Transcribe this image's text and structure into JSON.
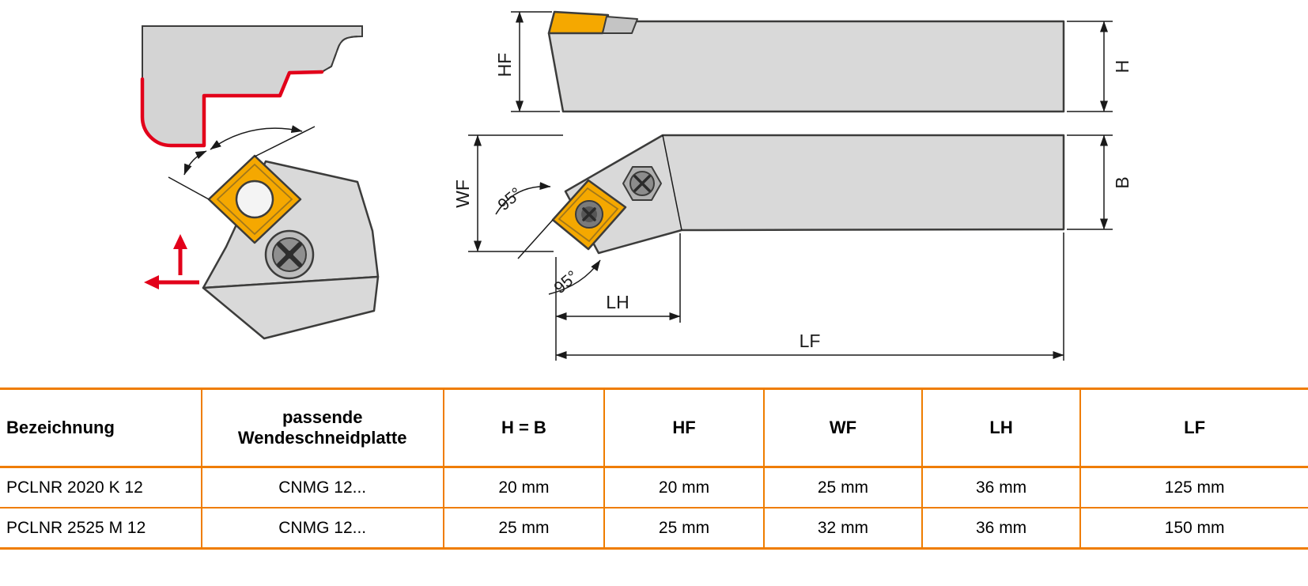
{
  "colors": {
    "table_orange": "#EF7D00",
    "insert_yellow": "#F5A800",
    "contour_red": "#E2001A",
    "body_gray": "#D9D9D9",
    "workpiece_gray": "#D4D4D4"
  },
  "drawing": {
    "side_view": {
      "hf": "HF",
      "h": "H"
    },
    "plan_view": {
      "wf": "WF",
      "b": "B",
      "lh": "LH",
      "lf": "LF",
      "angle_top": "95°",
      "angle_bottom": "95°"
    }
  },
  "table": {
    "headers": [
      "Bezeichnung",
      "passende\nWendeschneidplatte",
      "H = B",
      "HF",
      "WF",
      "LH",
      "LF"
    ],
    "rows": [
      [
        "PCLNR 2020 K 12",
        "CNMG 12...",
        "20 mm",
        "20 mm",
        "25 mm",
        "36 mm",
        "125 mm"
      ],
      [
        "PCLNR 2525 M 12",
        "CNMG 12...",
        "25 mm",
        "25 mm",
        "32 mm",
        "36 mm",
        "150 mm"
      ]
    ]
  }
}
